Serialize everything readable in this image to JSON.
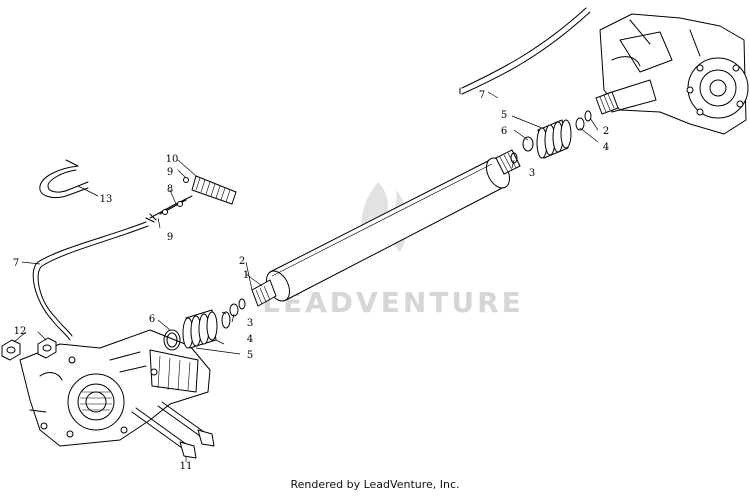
{
  "watermark": {
    "brand_text": "LEADVENTURE"
  },
  "footer": {
    "text": "Rendered by LeadVenture, Inc."
  },
  "callouts": {
    "c1": "1",
    "c2_left": "2",
    "c2_right": "2",
    "c3_left": "3",
    "c3_right": "3",
    "c4_left": "4",
    "c4_right": "4",
    "c5_left": "5",
    "c5_right": "5",
    "c6_left": "6",
    "c6_right": "6",
    "c7_left": "7",
    "c7_right": "7",
    "c8": "8",
    "c9_top": "9",
    "c9_bottom": "9",
    "c10": "10",
    "c11": "11",
    "c12": "12",
    "c13": "13"
  }
}
